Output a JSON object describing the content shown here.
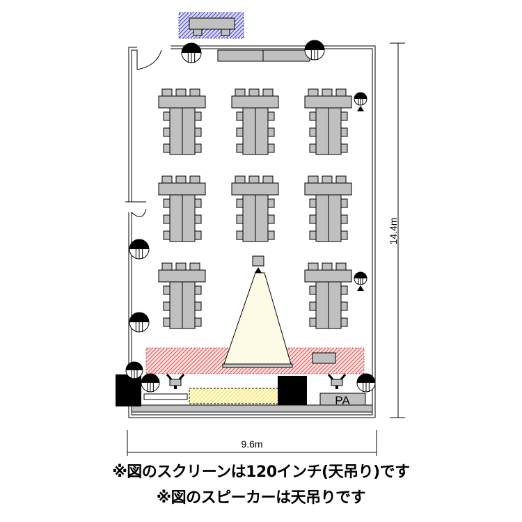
{
  "dimensions": {
    "height_label": "14.4m",
    "width_label": "9.6m"
  },
  "equipment": {
    "pa_label": "PA"
  },
  "notes": [
    "※図のスクリーンは120インチ(天吊り)です",
    "※図のスピーカーは天吊りです"
  ],
  "colors": {
    "table": "#c0c0c0",
    "stage_hatch": "#e05050",
    "screen_hatch": "#f0e060",
    "reception_hatch": "#4040c0",
    "projection_light": "#fdfbe6"
  }
}
